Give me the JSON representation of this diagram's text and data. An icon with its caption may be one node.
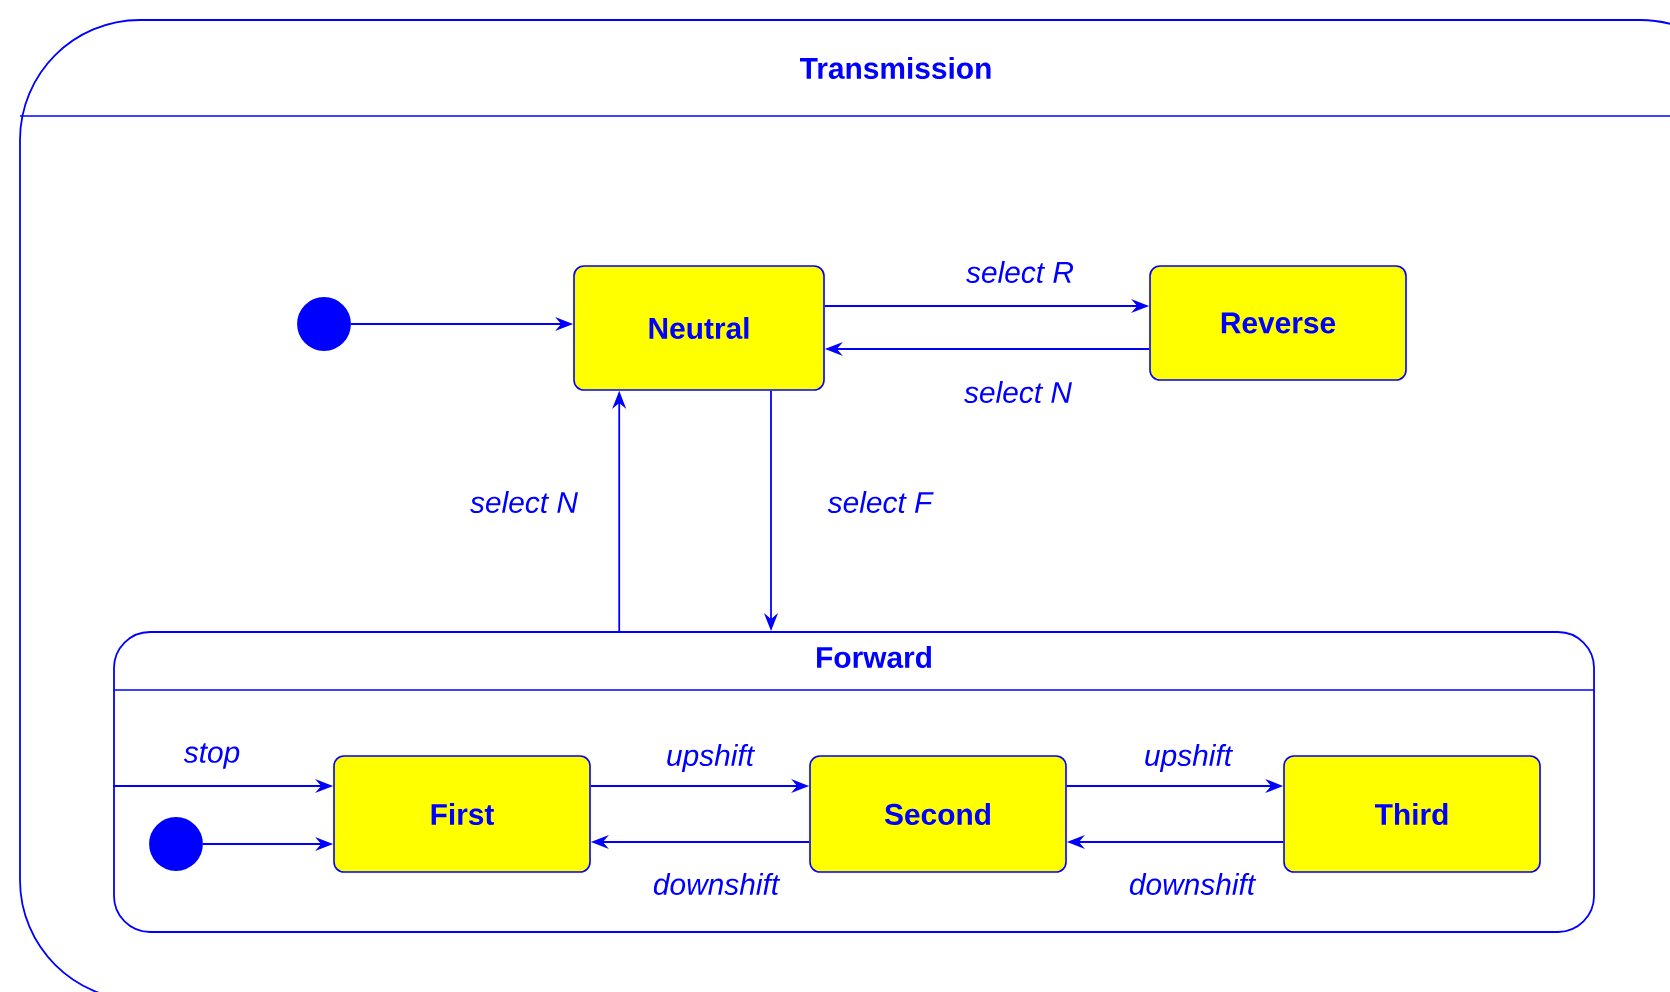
{
  "diagram": {
    "nodes": [
      {
        "text": [
          "Transmission"
        ]
      },
      {
        "text": [],
        "shape": "circle",
        "in": 0
      },
      {
        "text": [
          "Neutral"
        ],
        "in": 0
      },
      {
        "text": [
          "Reverse"
        ],
        "in": 0
      },
      {
        "text": [
          "Forward"
        ],
        "in": 0
      },
      {
        "text": [],
        "shape": "circle",
        "in": 4
      },
      {
        "text": [
          "First"
        ],
        "in": 4
      },
      {
        "text": [
          "Second"
        ],
        "in": 4
      },
      {
        "text": [
          "Third"
        ],
        "in": 4
      }
    ],
    "edges": [
      {
        "from": 1,
        "to": 2,
        "arrow": "to"
      },
      {
        "from": 2,
        "to": 3,
        "label": "select R",
        "arrow": "to"
      },
      {
        "from": 3,
        "to": 2,
        "label": "select N",
        "arrow": "to"
      },
      {
        "from": 2,
        "to": 4,
        "label": "select F",
        "arrow": "to"
      },
      {
        "from": 4,
        "to": 2,
        "label": "select N",
        "arrow": "to"
      },
      {
        "from": 4,
        "to": 6,
        "label": "stop",
        "arrow": "to"
      },
      {
        "from": 5,
        "to": 6,
        "arrow": "to"
      },
      {
        "from": 6,
        "to": 7,
        "label": "upshift",
        "arrow": "to"
      },
      {
        "from": 7,
        "to": 6,
        "label": "downshift",
        "arrow": "to"
      },
      {
        "from": 7,
        "to": 8,
        "label": "upshift",
        "arrow": "to"
      },
      {
        "from": 8,
        "to": 7,
        "label": "downshift",
        "arrow": "to"
      }
    ]
  }
}
